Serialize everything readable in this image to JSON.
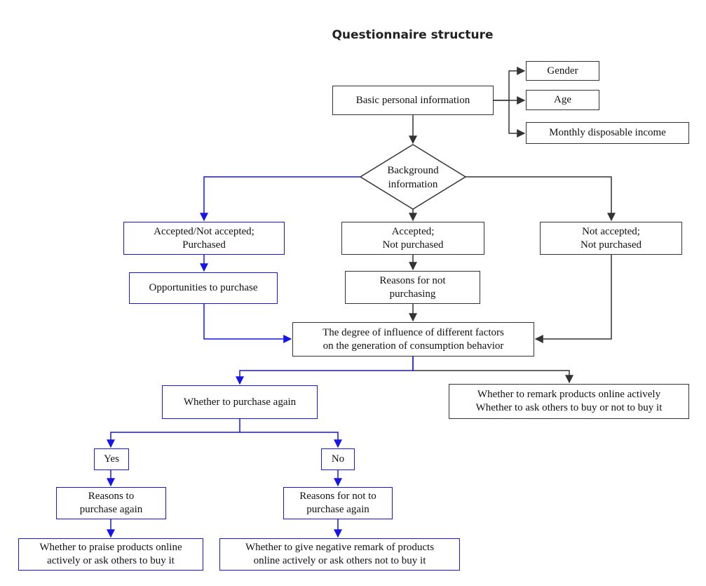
{
  "title": "Questionnaire structure",
  "colors": {
    "black_line": "#333333",
    "blue_line": "#1515e6"
  },
  "nodes": {
    "basic_info": [
      "Basic personal information"
    ],
    "gender": [
      "Gender"
    ],
    "age": [
      "Age"
    ],
    "income": [
      "Monthly disposable income"
    ],
    "background": [
      "Background",
      "information"
    ],
    "accepted_purchased": [
      "Accepted/Not accepted;",
      "Purchased"
    ],
    "accepted_not_purchased": [
      "Accepted;",
      "Not purchased"
    ],
    "not_accepted_not_purchased": [
      "Not accepted;",
      "Not purchased"
    ],
    "opportunities": [
      "Opportunities to purchase"
    ],
    "reasons_not_purchasing": [
      "Reasons for not",
      "purchasing"
    ],
    "influence": [
      "The degree of influence of different factors",
      "on the generation of consumption behavior"
    ],
    "remark_online": [
      "Whether to remark products online actively",
      "Whether to ask others to buy or not to buy it"
    ],
    "purchase_again": [
      "Whether to purchase again"
    ],
    "yes": [
      "Yes"
    ],
    "no": [
      "No"
    ],
    "reasons_purchase_again": [
      "Reasons to",
      "purchase again"
    ],
    "reasons_not_purchase_again": [
      "Reasons for not to",
      "purchase again"
    ],
    "praise": [
      "Whether to praise products online",
      "actively or ask others to buy it"
    ],
    "negative": [
      "Whether to give  negative remark of products",
      "online actively or ask others not to buy it"
    ]
  }
}
